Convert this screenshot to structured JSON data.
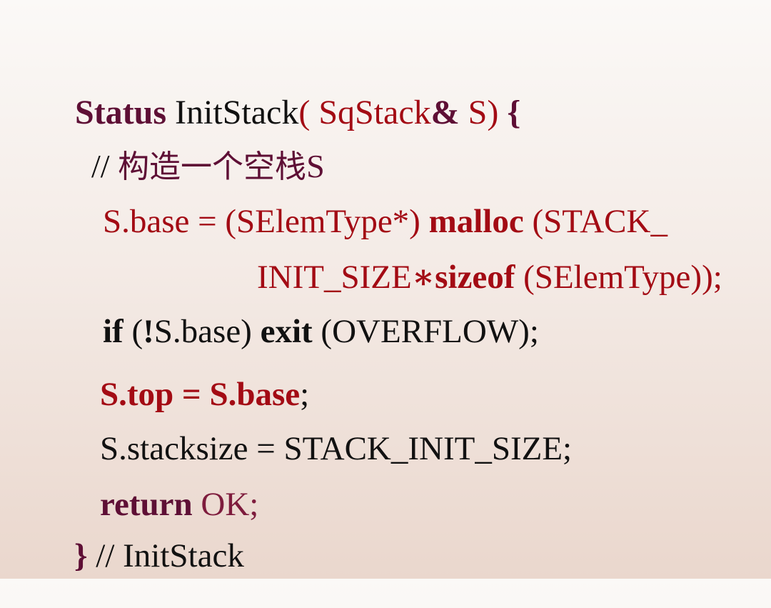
{
  "slide": {
    "line1": {
      "status": "Status",
      "func": " InitStack",
      "paren_open": "( ",
      "sqstack": "SqStack",
      "amp": "&",
      "s_param": " S) ",
      "brace": "{"
    },
    "line2": {
      "slashes": "// ",
      "cjk": "构造一个空栈",
      "s": "S"
    },
    "line3": {
      "text1": "S.base = (SElemType*) ",
      "malloc": "malloc",
      "text2": " (STACK",
      "underscore": "_"
    },
    "line4": {
      "init": "INIT",
      "us1": "_",
      "size": "SIZE",
      "star": "∗",
      "sizeof": "sizeof",
      "text": " (SElemType));"
    },
    "line5": {
      "if": "if",
      "t1": " (",
      "bang": "!",
      "t2": "S.base) ",
      "exit": "exit",
      "t3": " (OVERFLOW);"
    },
    "line6": {
      "top": "S.top = S.base",
      "semi": ";"
    },
    "line7": {
      "t1": "S.stacksize = STACK",
      "us1": "_",
      "t2": "INIT",
      "us2": "_",
      "t3": "SIZE;"
    },
    "line8": {
      "ret": "return",
      "ok": " OK;"
    },
    "line9": {
      "brace": "}",
      "comment": " // InitStack"
    }
  },
  "colors": {
    "keyword": "#5e0f35",
    "code_red": "#a30b14",
    "ok_purple": "#7e1c3d",
    "text": "#111111"
  }
}
